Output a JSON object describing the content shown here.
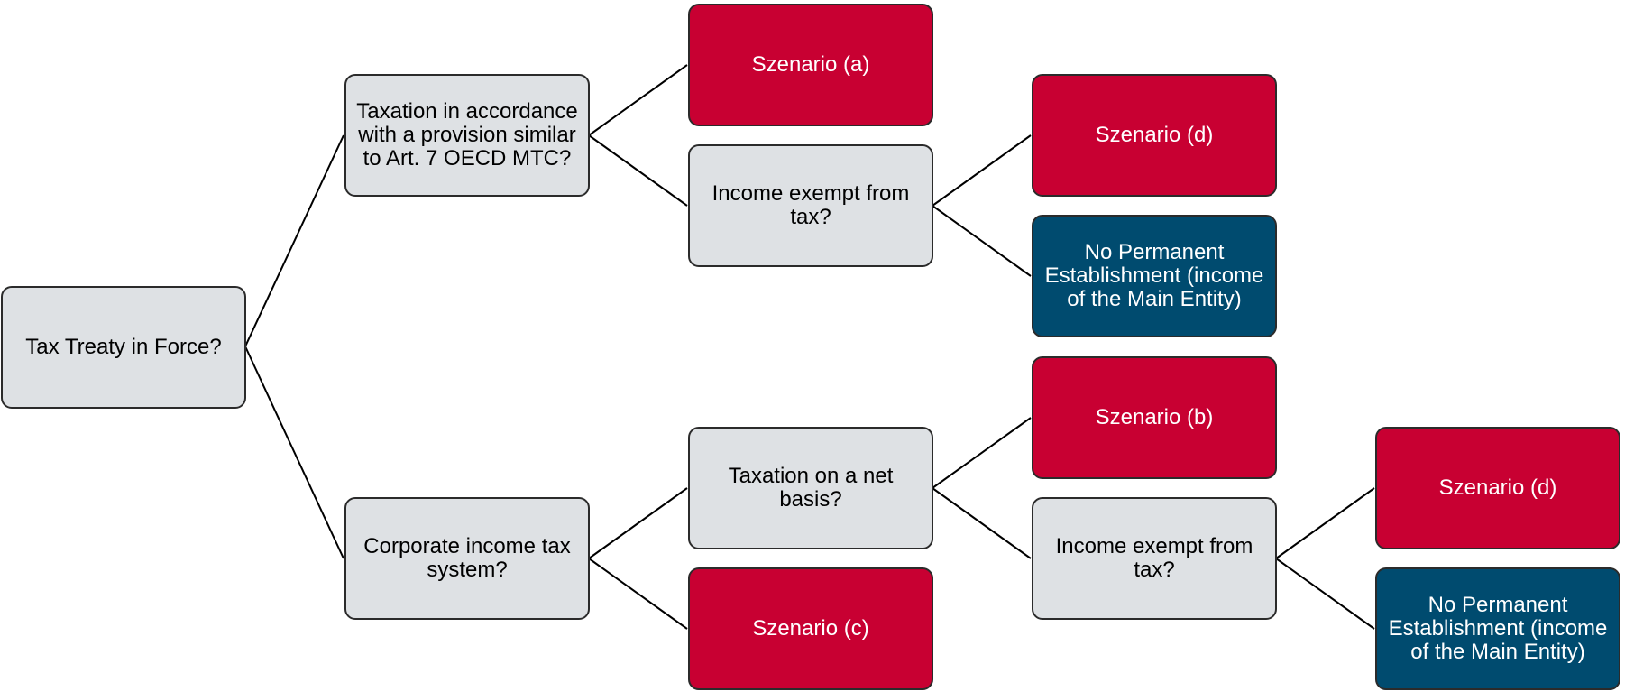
{
  "colors": {
    "question": "#dee1e4",
    "scenario": "#c80032",
    "no_pe": "#004b6f",
    "line": "#000000"
  },
  "nodes": {
    "root": "Tax Treaty in Force?",
    "art7": "Taxation in accordance with a provision similar to Art. 7 OECD MTC?",
    "cit": "Corporate income tax system?",
    "scenario_a": "Szenario (a)",
    "exempt_top": "Income exempt from tax?",
    "scenario_d_top": "Szenario (d)",
    "no_pe_top": "No Permanent Establishment (income of the Main Entity)",
    "scenario_b": "Szenario (b)",
    "net_basis": "Taxation on a net basis?",
    "scenario_c": "Szenario (c)",
    "exempt_bottom": "Income exempt from tax?",
    "scenario_d_bottom": "Szenario (d)",
    "no_pe_bottom": "No Permanent Establishment (income of the Main Entity)"
  }
}
